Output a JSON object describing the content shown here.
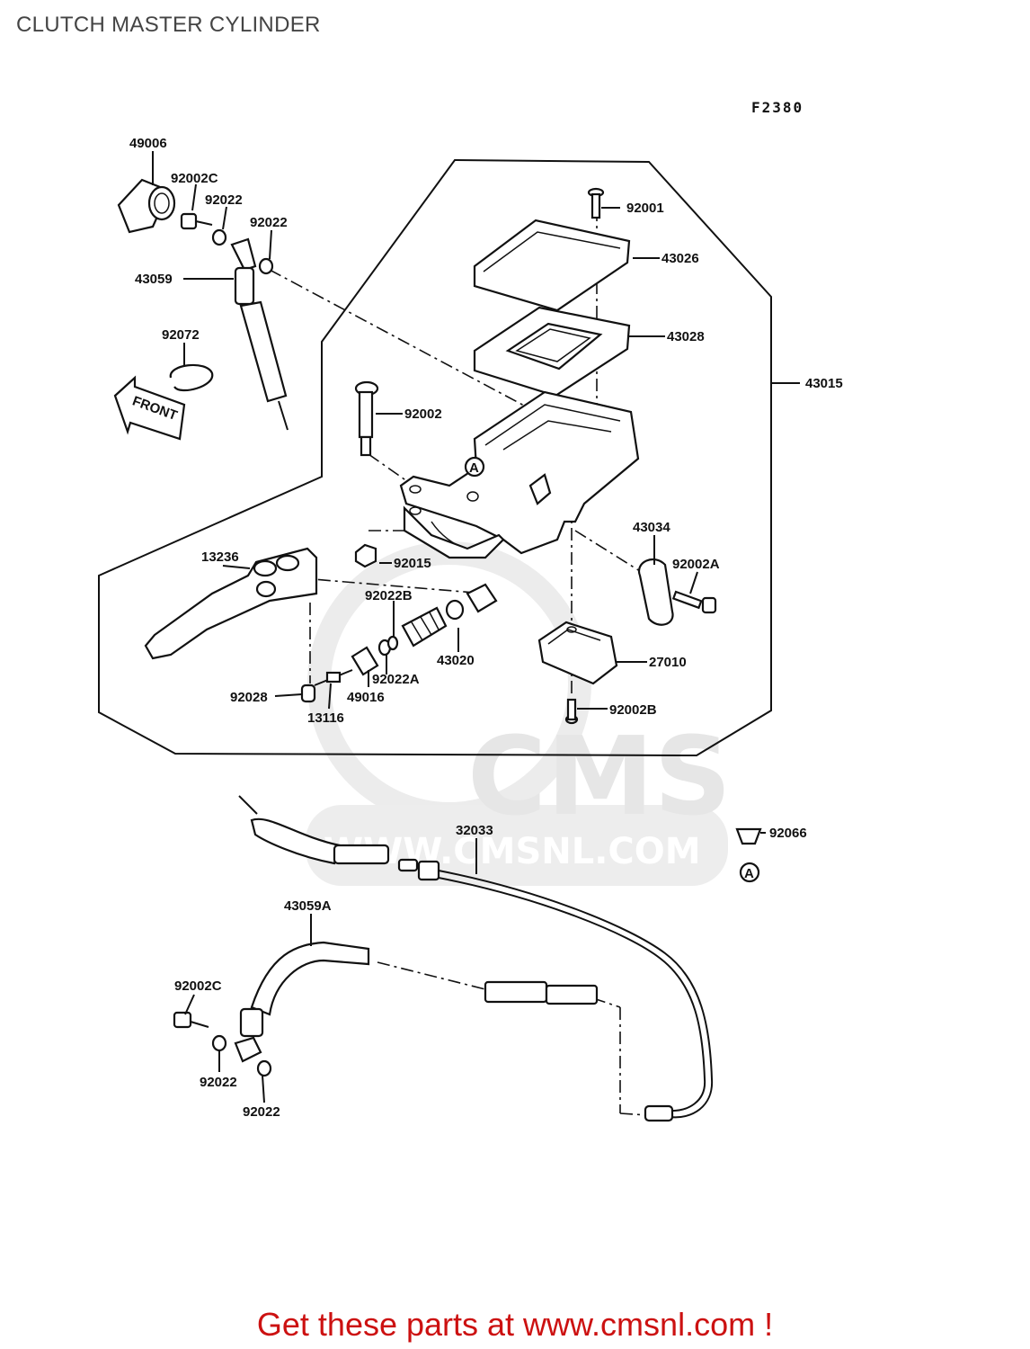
{
  "title": "CLUTCH MASTER CYLINDER",
  "diagram_code": "F2380",
  "footer": "Get these parts at www.cmsnl.com !",
  "watermark": {
    "big": "CMS",
    "url": "WWW.CMSNL.COM"
  },
  "front_label": "FRONT",
  "marker": "A",
  "parts": [
    "49006",
    "92002C",
    "92022",
    "92022",
    "43059",
    "92072",
    "92001",
    "43026",
    "43028",
    "43015",
    "92002",
    "92015",
    "13236",
    "92022B",
    "43020",
    "43034",
    "92002A",
    "27010",
    "92028",
    "92022A",
    "49016",
    "13116",
    "92002B",
    "32033",
    "92066",
    "43059A",
    "92002C",
    "92022",
    "92022"
  ]
}
